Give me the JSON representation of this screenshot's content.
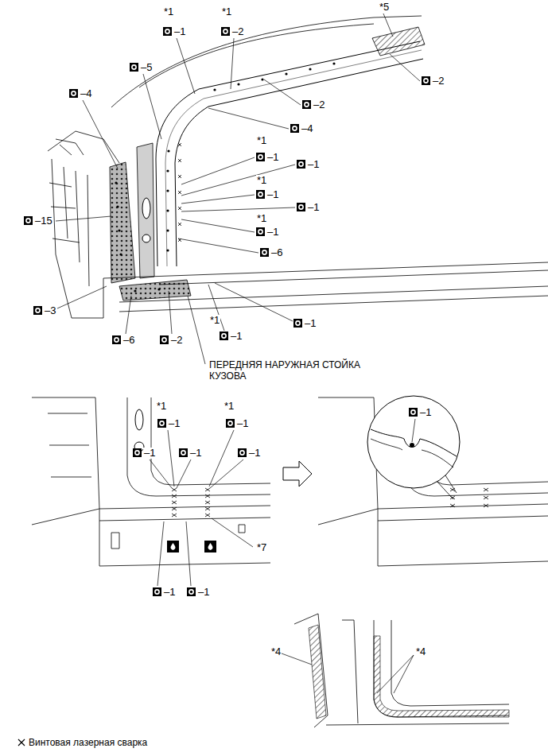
{
  "diagram": {
    "labels": [
      "*1",
      "–1",
      "*1",
      "–2",
      "*5",
      "–5",
      "–2",
      "–4",
      "–2",
      "–4",
      "*1",
      "–1",
      "–1",
      "*1",
      "–1",
      "–1",
      "*1",
      "–1",
      "–15",
      "–6",
      "–3",
      "–6",
      "–2",
      "*1",
      "–1",
      "–1",
      "ПЕРЕДНЯЯ НАРУЖНАЯ СТОЙКА КУЗОВА",
      "*1",
      "–1",
      "*1",
      "–1",
      "–1",
      "–1",
      "–1",
      "*7",
      "–1",
      "–1",
      "–1",
      "*4",
      "*4"
    ],
    "legend": [
      {
        "text": "Винтовая лазерная сварка"
      }
    ]
  }
}
